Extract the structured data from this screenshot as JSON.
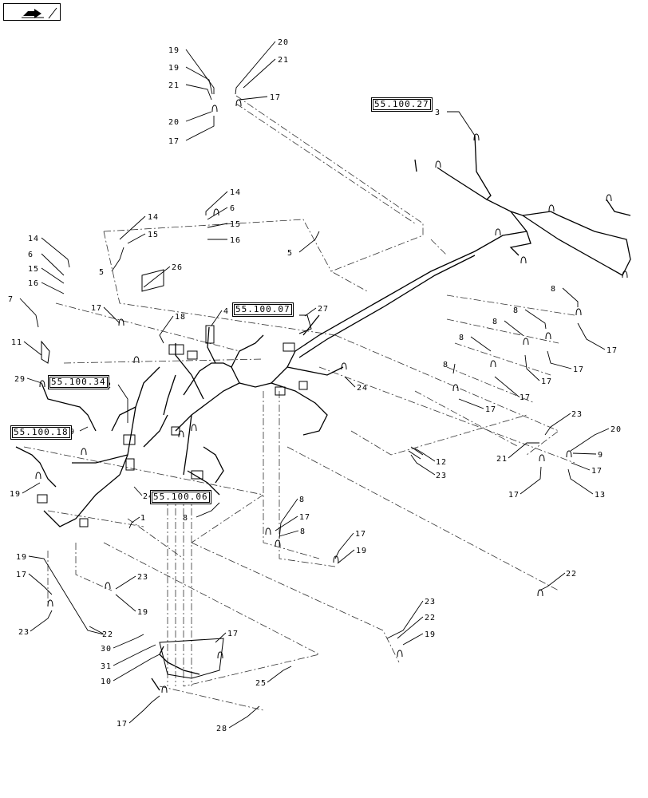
{
  "navigation": {
    "icon": "previous-page-icon"
  },
  "reference_boxes": [
    "55.100.27",
    "55.100.07",
    "55.100.34",
    "55.100.18",
    "55.100.06"
  ],
  "callouts": [
    "19",
    "19",
    "21",
    "20",
    "17",
    "20",
    "21",
    "17",
    "3",
    "14",
    "6",
    "15",
    "16",
    "14",
    "15",
    "5",
    "5",
    "14",
    "6",
    "15",
    "16",
    "26",
    "7",
    "17",
    "18",
    "4",
    "27",
    "11",
    "8",
    "8",
    "8",
    "8",
    "8",
    "17",
    "17",
    "17",
    "17",
    "17",
    "24",
    "29",
    "2",
    "9",
    "23",
    "21",
    "20",
    "9",
    "17",
    "17",
    "13",
    "12",
    "23",
    "19",
    "1",
    "24",
    "8",
    "8",
    "17",
    "8",
    "17",
    "19",
    "22",
    "19",
    "17",
    "23",
    "22",
    "23",
    "19",
    "23",
    "22",
    "19",
    "30",
    "31",
    "10",
    "17",
    "25",
    "17",
    "28"
  ]
}
